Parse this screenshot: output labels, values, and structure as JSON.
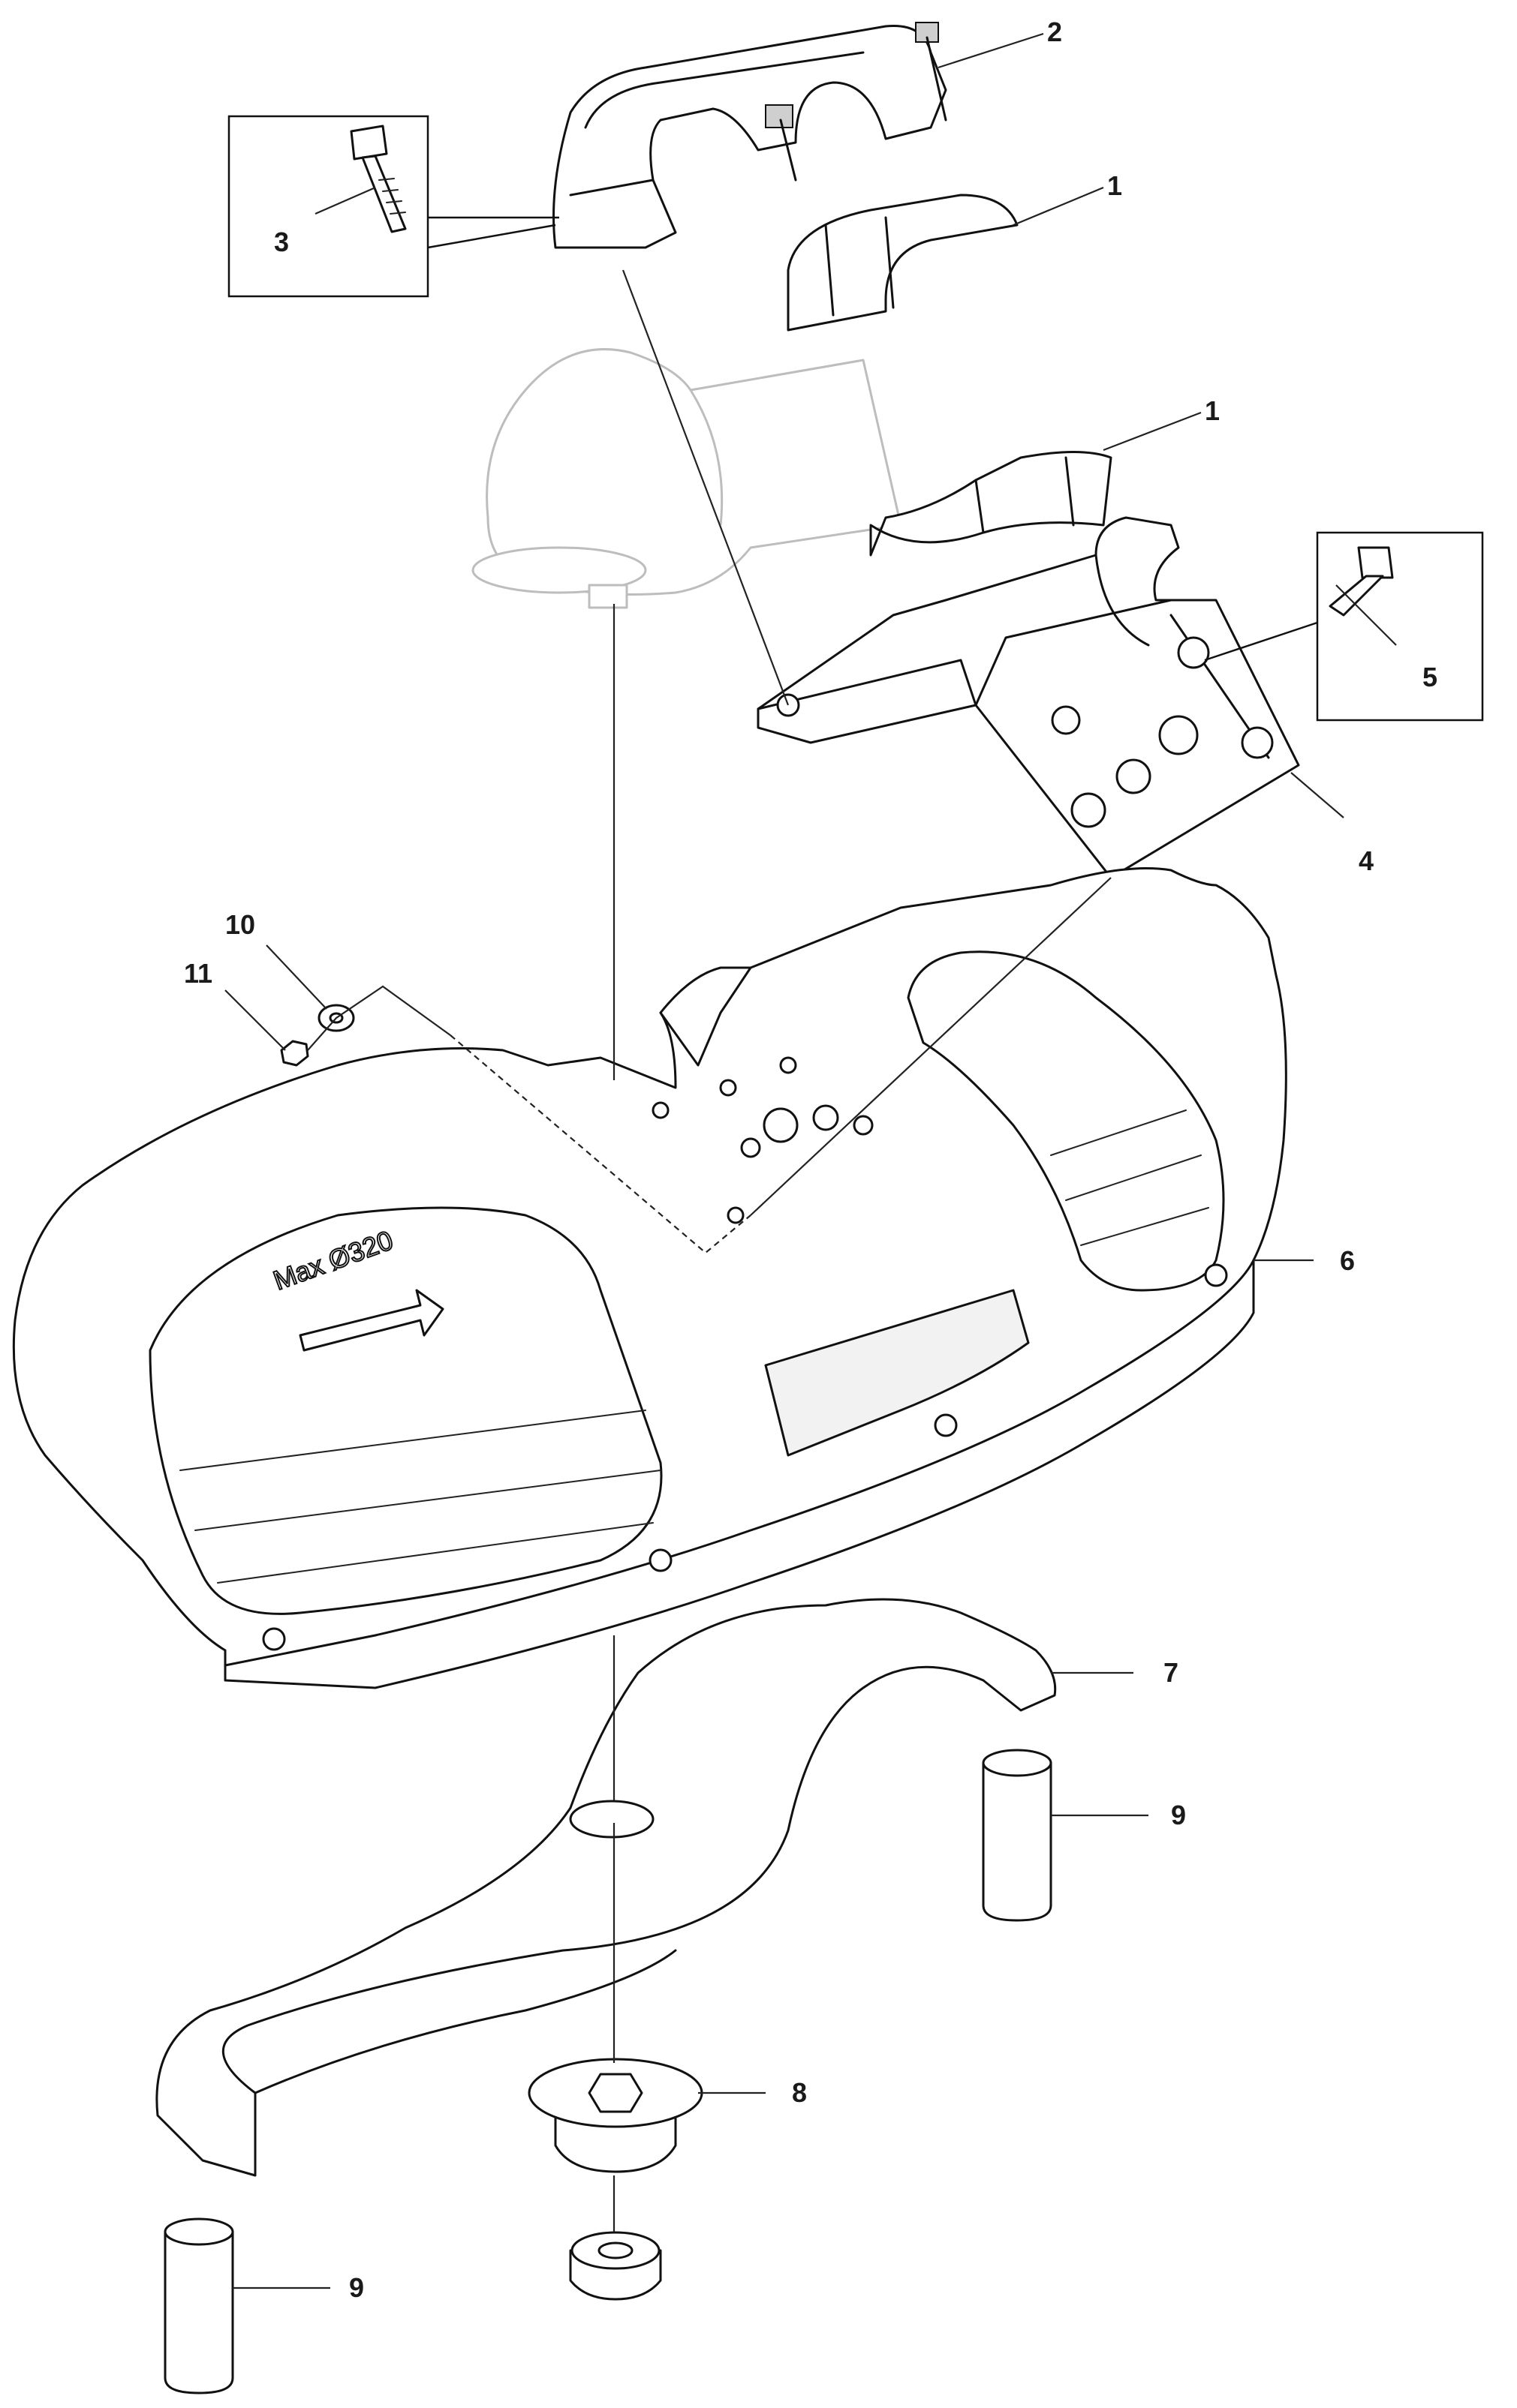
{
  "callouts": {
    "c1a": "1",
    "c1b": "1",
    "c2": "2",
    "c3": "3",
    "c4": "4",
    "c5": "5",
    "c6": "6",
    "c7": "7",
    "c8": "8",
    "c9a": "9",
    "c9b": "9",
    "c10": "10",
    "c11": "11"
  },
  "guard_marking": {
    "text": "Max Ø320"
  }
}
